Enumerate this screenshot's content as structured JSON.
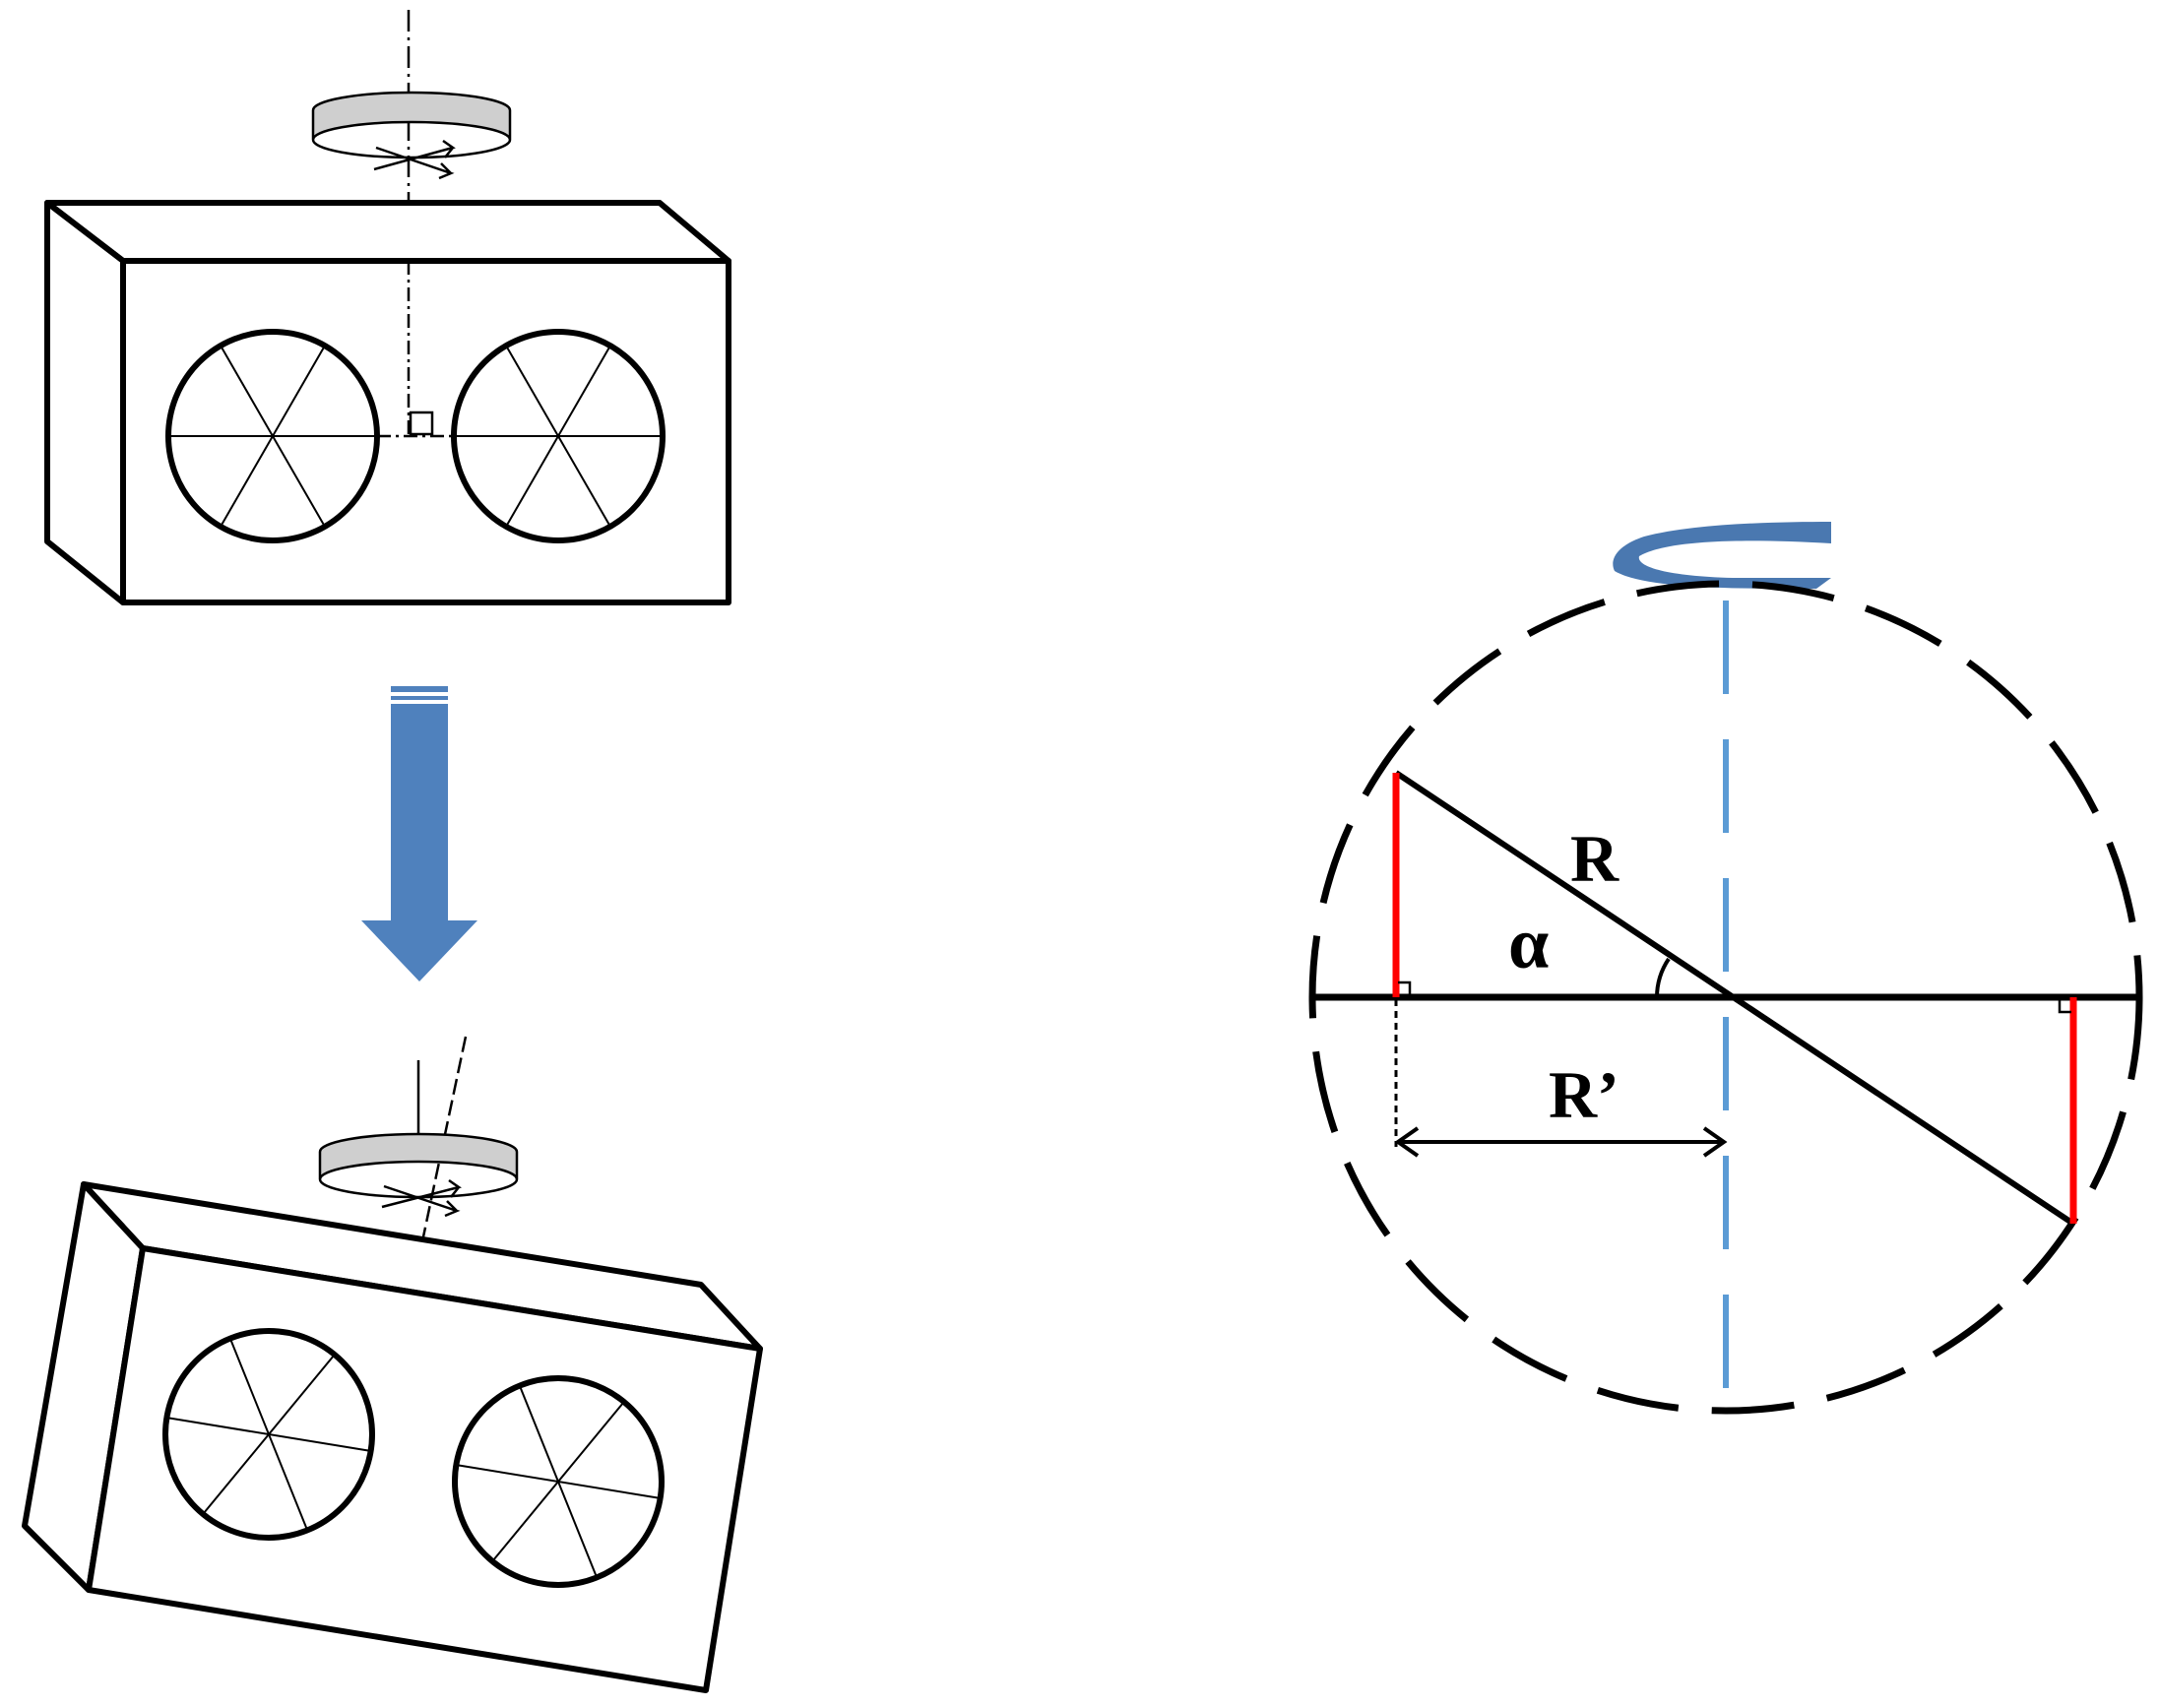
{
  "labels": {
    "radius": "R",
    "angle": "α",
    "projected_radius": "R’"
  },
  "colors": {
    "line": "#000000",
    "axis_blue": "#5b9bd5",
    "arrow_blue": "#4f81bd",
    "rotation_arrow_blue": "#4a78b0",
    "highlight_red": "#ff0000",
    "band_gray": "#cfcfcf"
  },
  "icons": {
    "rotation": "rotation-arrow-icon",
    "transition": "down-arrow-icon"
  }
}
